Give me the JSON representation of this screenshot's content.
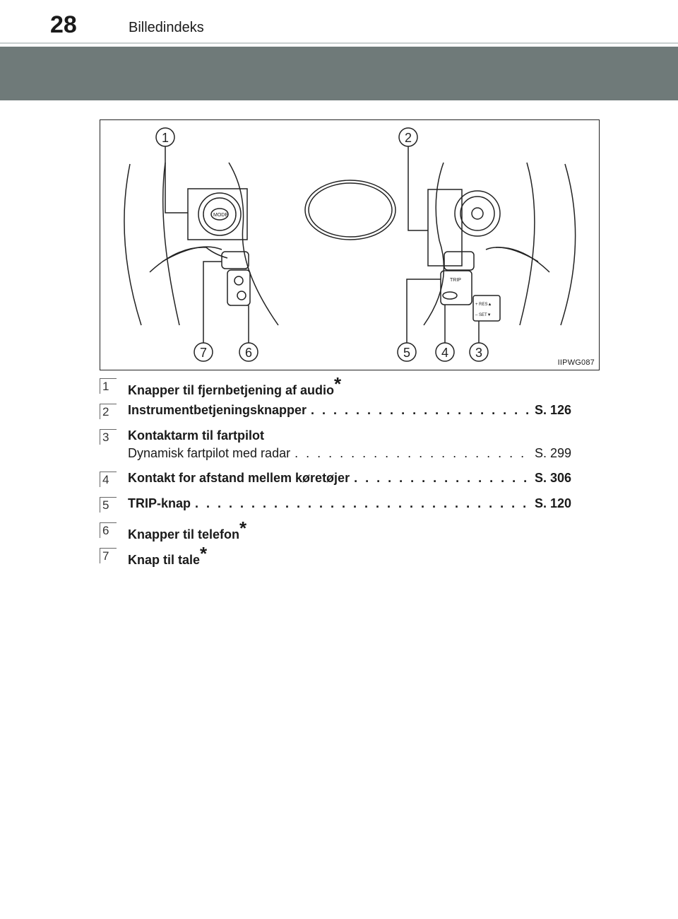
{
  "header": {
    "page_number": "28",
    "section": "Billedindeks"
  },
  "figure": {
    "id_label": "IIPWG087",
    "callouts": [
      "1",
      "2",
      "7",
      "6",
      "5",
      "4",
      "3"
    ],
    "button_labels": {
      "mode": "MODE",
      "trip": "TRIP",
      "res": "+ RES▲",
      "set": "– SET▼"
    }
  },
  "items": [
    {
      "num": "1",
      "title": "Knapper til fjernbetjening af audio",
      "star": "*",
      "page": ""
    },
    {
      "num": "2",
      "title": "Instrumentbetjeningsknapper",
      "page": "S. 126"
    },
    {
      "num": "3",
      "title": "Kontaktarm til fartpilot",
      "sub": "Dynamisk fartpilot med radar",
      "sub_page": "S. 299"
    },
    {
      "num": "4",
      "title": "Kontakt for afstand mellem køretøjer",
      "page": "S. 306"
    },
    {
      "num": "5",
      "title": "TRIP-knap",
      "page": "S. 120"
    },
    {
      "num": "6",
      "title": "Knapper til telefon",
      "star": "*"
    },
    {
      "num": "7",
      "title": "Knap til tale",
      "star": "*"
    }
  ]
}
